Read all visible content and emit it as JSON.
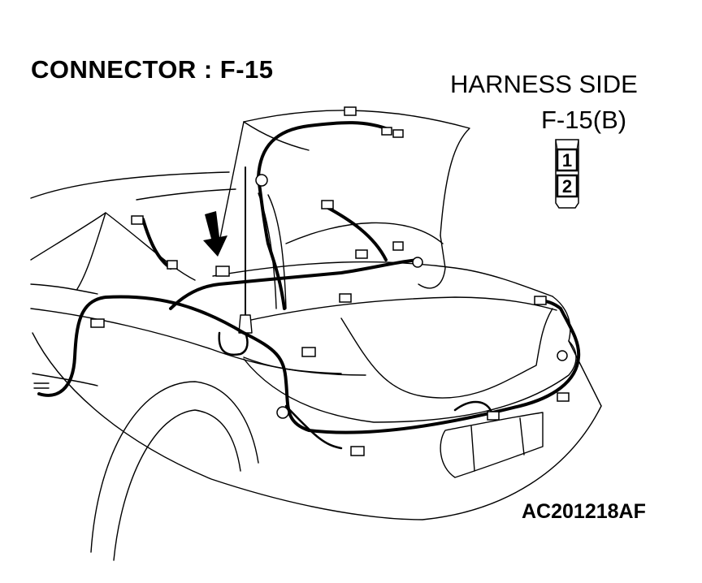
{
  "header": {
    "title": "CONNECTOR : F-15"
  },
  "connector_view": {
    "side_label": "HARNESS SIDE",
    "connector_id": "F-15(B)",
    "pins": [
      "1",
      "2"
    ]
  },
  "footer": {
    "drawing_code": "AC201218AF"
  },
  "colors": {
    "line": "#000000",
    "background": "#ffffff"
  }
}
